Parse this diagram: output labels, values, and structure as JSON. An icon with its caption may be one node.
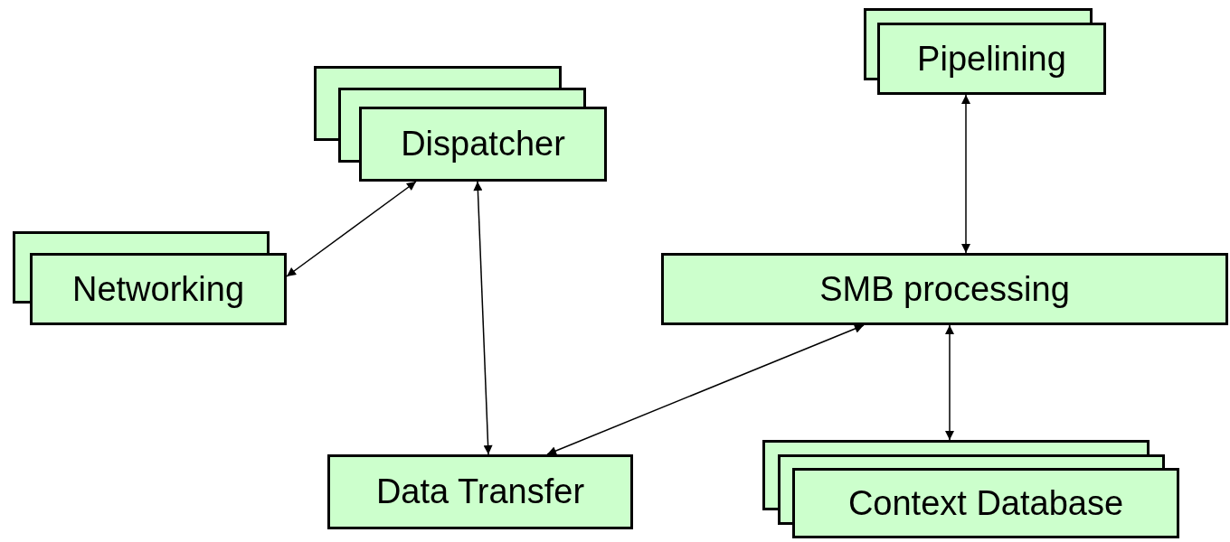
{
  "diagram": {
    "nodes": [
      {
        "text": [
          "Pipelining"
        ]
      },
      {
        "text": [
          "Dispatcher"
        ]
      },
      {
        "text": [
          "Networking"
        ]
      },
      {
        "text": [
          "SMB processing"
        ]
      },
      {
        "text": [
          "Data Transfer"
        ]
      },
      {
        "text": [
          "Context Database"
        ]
      }
    ],
    "edges": [
      {
        "from": 1,
        "to": 2,
        "arrow": "both"
      },
      {
        "from": 1,
        "to": 4,
        "arrow": "both"
      },
      {
        "from": 0,
        "to": 3,
        "arrow": "both"
      },
      {
        "from": 3,
        "to": 4,
        "arrow": "both"
      },
      {
        "from": 3,
        "to": 5,
        "arrow": "both"
      }
    ]
  }
}
